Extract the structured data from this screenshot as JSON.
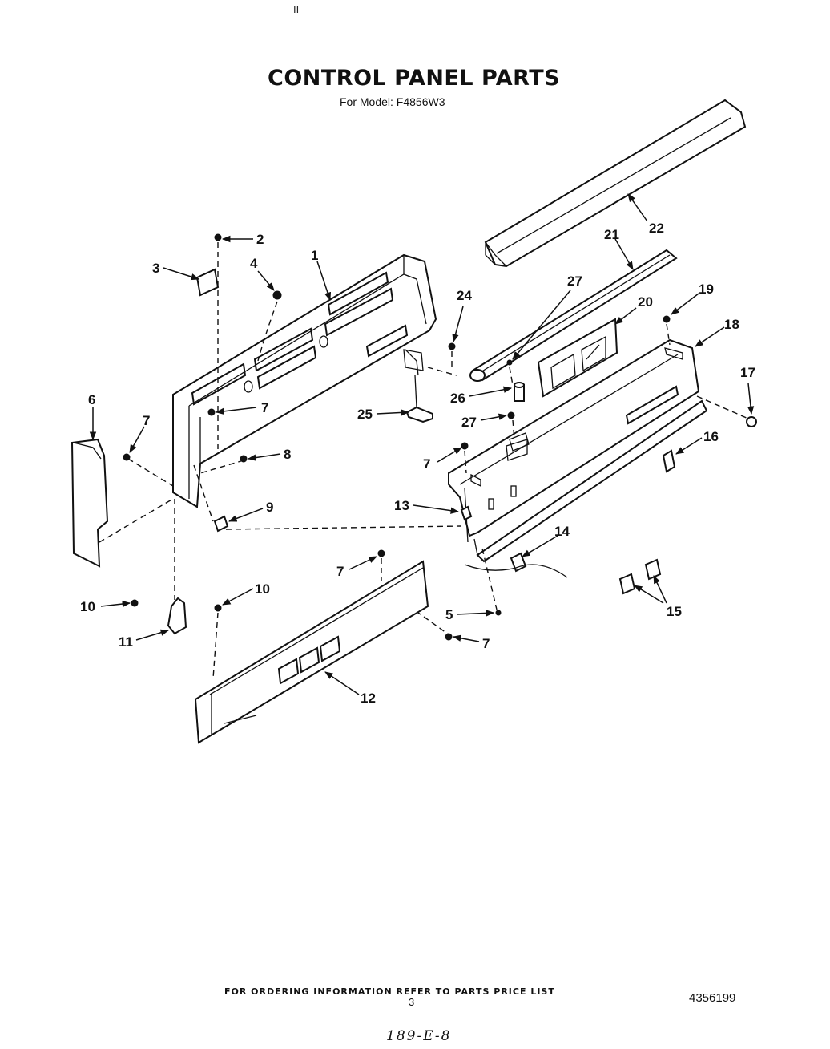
{
  "header": {
    "top_mark": "II",
    "title": "CONTROL PANEL PARTS",
    "subtitle": "For Model: F4856W3"
  },
  "callouts": [
    "1",
    "2",
    "3",
    "4",
    "5",
    "6",
    "7",
    "8",
    "9",
    "10",
    "11",
    "12",
    "13",
    "14",
    "15",
    "16",
    "17",
    "18",
    "19",
    "20",
    "21",
    "22",
    "24",
    "25",
    "26",
    "27"
  ],
  "footer": {
    "ordering_note": "FOR ORDERING INFORMATION REFER TO PARTS PRICE LIST",
    "page_number": "3",
    "document_number": "4356199",
    "handwritten_code": "189-E-8"
  }
}
